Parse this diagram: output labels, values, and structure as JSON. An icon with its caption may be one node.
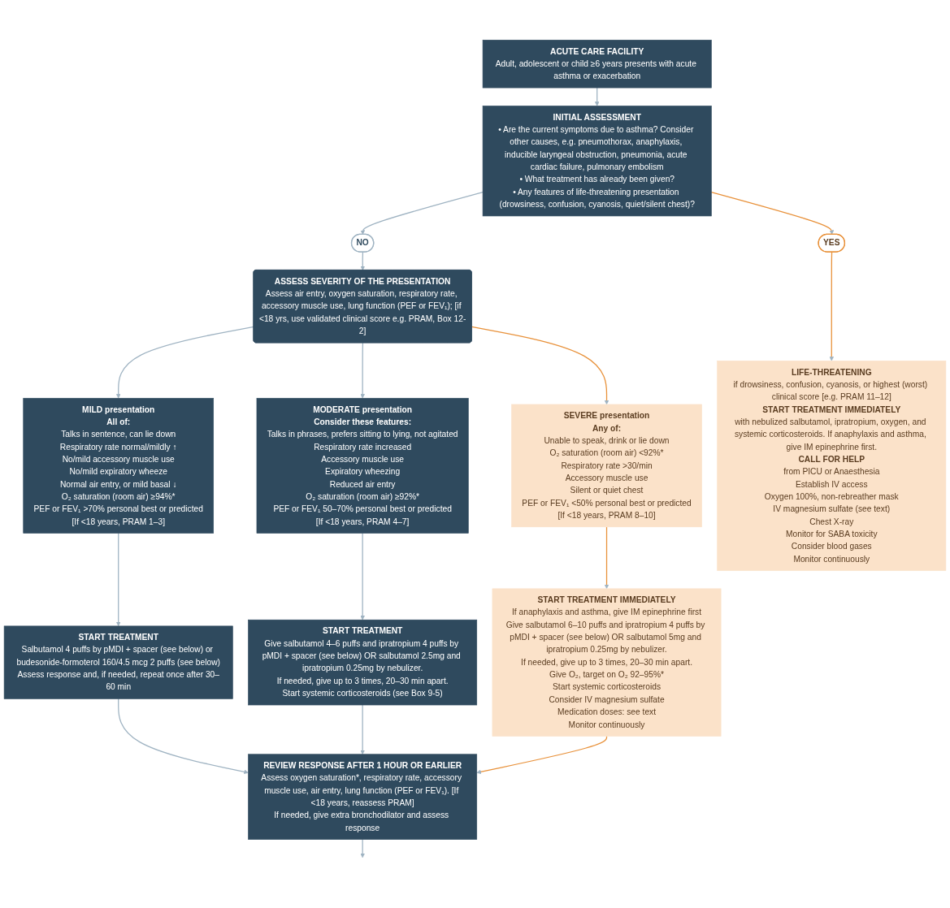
{
  "diagram": {
    "nodes": [
      {
        "text": [
          "ACUTE CARE FACILITY",
          "Adult, adolescent or child ≥6 years presents with acute asthma or exacerbation"
        ]
      },
      {
        "text": [
          "INITIAL ASSESSMENT",
          "• Are the current symptoms due to asthma? Consider other causes, e.g. pneumothorax, anaphylaxis, inducible laryngeal obstruction, pneumonia, acute cardiac failure, pulmonary embolism",
          "• What treatment has already been given?",
          "• Any features of life-threatening presentation (drowsiness, confusion, cyanosis, quiet/silent chest)?"
        ]
      },
      {
        "text": [
          "NO"
        ]
      },
      {
        "text": [
          "YES"
        ]
      },
      {
        "text": [
          "ASSESS SEVERITY OF THE PRESENTATION",
          "Assess air entry, oxygen saturation, respiratory rate, accessory muscle use, lung function (PEF or FEV₁); [if <18 yrs, use validated clinical score e.g. PRAM, Box 12-2]"
        ]
      },
      {
        "text": [
          "MILD presentation",
          "All of:",
          "Talks in sentence, can lie down",
          "Respiratory rate normal/mildly ↑",
          "No/mild accessory muscle use",
          "No/mild expiratory wheeze",
          "Normal air entry, or mild basal ↓",
          "O₂ saturation (room air) ≥94%*",
          "PEF or FEV₁ >70% personal best or predicted",
          "[If <18 years, PRAM 1–3]"
        ]
      },
      {
        "text": [
          "MODERATE presentation",
          "Consider these features:",
          "Talks in phrases, prefers sitting to lying, not agitated",
          "Respiratory rate increased",
          "Accessory muscle use",
          "Expiratory wheezing",
          "Reduced air entry",
          "O₂ saturation (room air) ≥92%*",
          "PEF or FEV₁ 50–70% personal best or predicted",
          "[If <18 years, PRAM 4–7]"
        ]
      },
      {
        "text": [
          "SEVERE presentation",
          "Any of:",
          "Unable to speak, drink or lie down",
          "O₂ saturation (room air) <92%*",
          "Respiratory rate >30/min",
          "Accessory muscle use",
          "Silent or quiet chest",
          "PEF or FEV₁ <50% personal best or predicted",
          "[If <18 years, PRAM 8–10]"
        ]
      },
      {
        "text": [
          "LIFE-THREATENING",
          "if drowsiness, confusion, cyanosis, or highest (worst) clinical score [e.g. PRAM 11–12]",
          "START TREATMENT IMMEDIATELY",
          "with nebulized salbutamol, ipratropium, oxygen, and systemic corticosteroids. If anaphylaxis and asthma, give IM epinephrine first.",
          "CALL FOR HELP",
          "from PICU or Anaesthesia",
          "Establish IV access",
          "Oxygen 100%, non-rebreather mask",
          "IV magnesium sulfate (see text)",
          "Chest X-ray",
          "Monitor for SABA toxicity",
          "Consider blood gases",
          "Monitor continuously"
        ]
      },
      {
        "text": [
          "START TREATMENT",
          "Salbutamol 4 puffs by pMDI + spacer (see below) or budesonide-formoterol 160/4.5 mcg 2 puffs (see below)",
          "Assess response and, if needed, repeat once after 30–60 min"
        ]
      },
      {
        "text": [
          "START TREATMENT",
          "Give salbutamol 4–6 puffs and ipratropium 4 puffs by pMDI + spacer (see below) OR salbutamol 2.5mg and ipratropium 0.25mg by nebulizer.",
          "If needed, give up to 3 times, 20–30 min apart.",
          "Start systemic corticosteroids (see Box 9-5)"
        ]
      },
      {
        "text": [
          "START TREATMENT IMMEDIATELY",
          "If anaphylaxis and asthma, give IM epinephrine first",
          "Give salbutamol 6–10 puffs and ipratropium 4 puffs by pMDI + spacer (see below) OR salbutamol 5mg and ipratropium 0.25mg by nebulizer.",
          "If needed, give up to 3 times, 20–30 min apart.",
          "Give O₂, target on O₂ 92–95%*",
          "Start systemic corticosteroids",
          "Consider IV magnesium sulfate",
          "Medication doses: see text",
          "Monitor continuously"
        ]
      },
      {
        "text": [
          "REVIEW RESPONSE AFTER 1 HOUR OR EARLIER",
          "Assess oxygen saturation*, respiratory rate, accessory muscle use, air entry, lung function (PEF or FEV₁). [If <18 years, reassess PRAM]",
          "If needed, give extra bronchodilator and assess response"
        ]
      }
    ],
    "edges": [
      {
        "from": 0,
        "to": 1,
        "arrow": "to"
      },
      {
        "from": 1,
        "to": 2,
        "arrow": "to"
      },
      {
        "from": 1,
        "to": 3,
        "arrow": "to",
        "color": "#e8913a"
      },
      {
        "from": 2,
        "to": 4,
        "arrow": "to"
      },
      {
        "from": 3,
        "to": 8,
        "arrow": "to",
        "color": "#e8913a"
      },
      {
        "from": 4,
        "to": 5,
        "arrow": "to"
      },
      {
        "from": 4,
        "to": 6,
        "arrow": "to"
      },
      {
        "from": 4,
        "to": 7,
        "arrow": "to",
        "color": "#e8913a"
      },
      {
        "from": 5,
        "to": 9,
        "arrow": "to"
      },
      {
        "from": 6,
        "to": 10,
        "arrow": "to"
      },
      {
        "from": 7,
        "to": 11,
        "arrow": "to",
        "color": "#e8913a"
      },
      {
        "from": 9,
        "to": 12,
        "arrow": "to"
      },
      {
        "from": 10,
        "to": 12,
        "arrow": "to"
      },
      {
        "from": 11,
        "to": 12,
        "arrow": "to",
        "color": "#e8913a"
      },
      {
        "from": 12,
        "to": null,
        "arrow": "to"
      }
    ]
  }
}
